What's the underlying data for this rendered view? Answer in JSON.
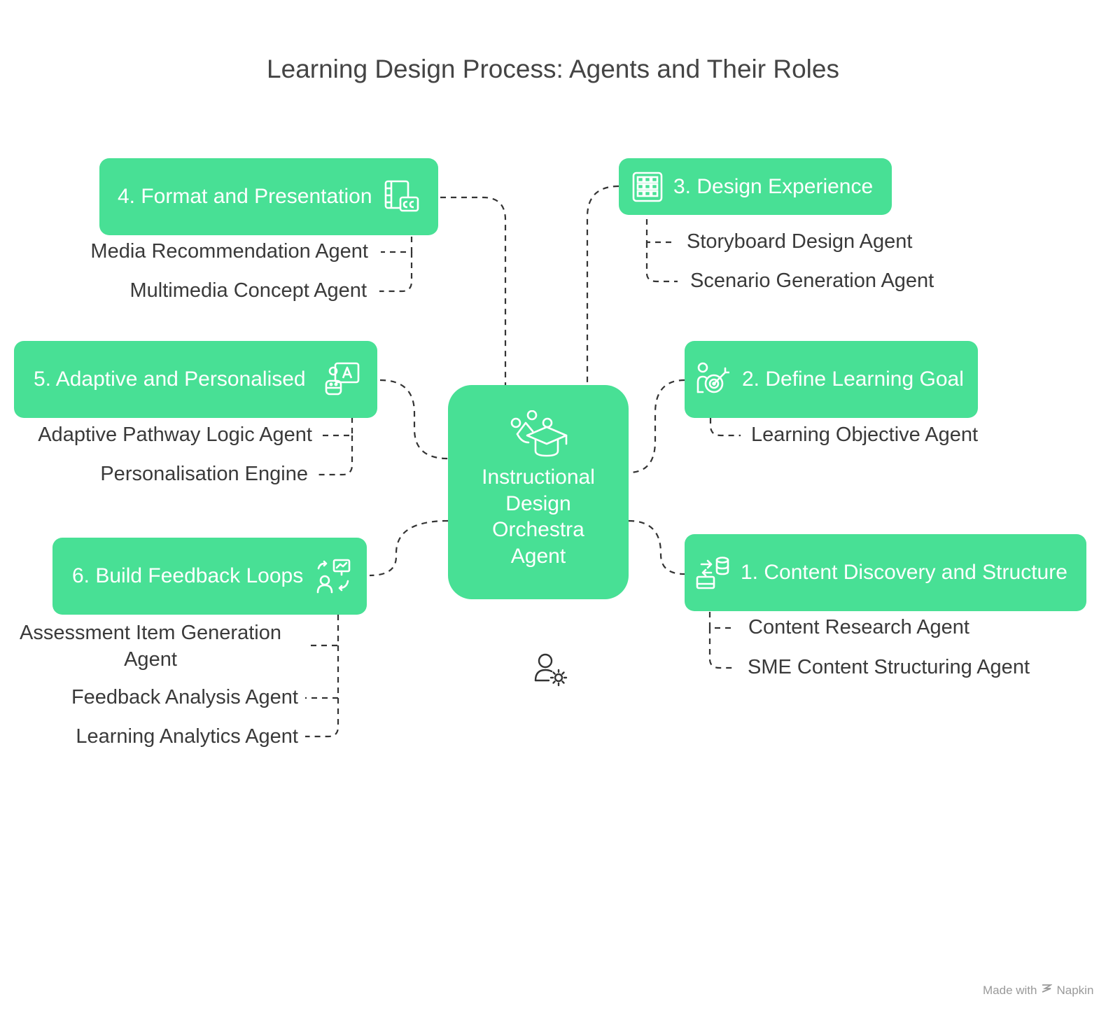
{
  "title": "Learning Design Process: Agents and Their Roles",
  "center": {
    "label": "Instructional\nDesign\nOrchestra\nAgent",
    "icon": "graduation-people-icon"
  },
  "steps": [
    {
      "label": "1. Content Discovery and Structure",
      "icon": "data-transfer-icon",
      "agents": [
        "Content Research Agent",
        "SME Content Structuring Agent"
      ]
    },
    {
      "label": "2. Define Learning Goal",
      "icon": "person-target-icon",
      "agents": [
        "Learning Objective Agent"
      ]
    },
    {
      "label": "3. Design Experience",
      "icon": "grid-layout-icon",
      "agents": [
        "Storyboard Design Agent",
        "Scenario Generation Agent"
      ]
    },
    {
      "label": "4. Format and Presentation",
      "icon": "film-caption-icon",
      "agents": [
        "Media Recommendation Agent",
        "Multimedia Concept Agent"
      ]
    },
    {
      "label": "5. Adaptive and Personalised",
      "icon": "robot-whiteboard-icon",
      "agents": [
        "Adaptive Pathway Logic Agent",
        "Personalisation Engine"
      ]
    },
    {
      "label": "6. Build Feedback Loops",
      "icon": "person-chart-cycle-icon",
      "agents": [
        "Assessment Item Generation Agent",
        "Feedback Analysis Agent",
        "Learning Analytics Agent"
      ]
    }
  ],
  "footer_icon": "user-gear-icon",
  "watermark": {
    "prefix": "Made with",
    "brand": "Napkin"
  },
  "colors": {
    "box": "#48e095",
    "text": "#3a3a3a",
    "connector": "#333333"
  }
}
